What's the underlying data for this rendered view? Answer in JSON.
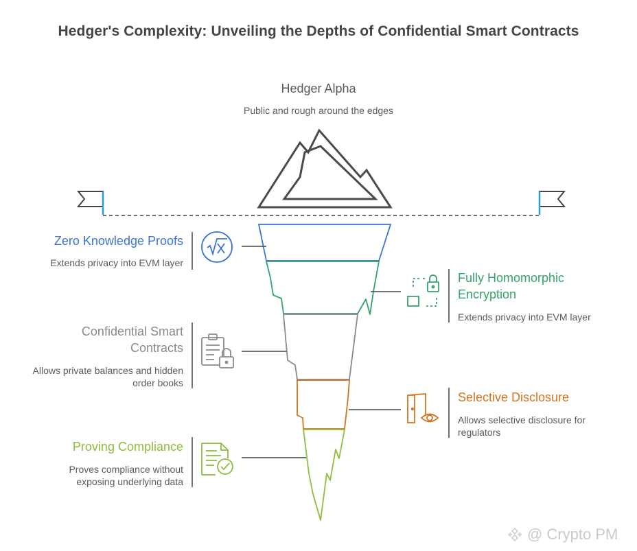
{
  "title": "Hedger's Complexity: Unveiling the Depths of Confidential Smart Contracts",
  "top": {
    "title": "Hedger Alpha",
    "description": "Public and rough around the edges"
  },
  "layers": [
    {
      "title": "Zero Knowledge Proofs",
      "description": "Extends privacy into EVM layer",
      "icon": "square-root-x-icon",
      "color": "#3b73d4"
    },
    {
      "title": "Fully Homomorphic Encryption",
      "title_lines": [
        "Fully Homomorphic",
        "Encryption"
      ],
      "description": "Extends privacy into EVM layer",
      "icon": "encryption-lock-icon",
      "color": "#34a36b"
    },
    {
      "title": "Confidential Smart Contracts",
      "title_lines": [
        "Confidential Smart",
        "Contracts"
      ],
      "description": "Allows private balances and hidden order books",
      "description_lines": [
        "Allows private balances and hidden",
        "order books"
      ],
      "icon": "contract-lock-icon",
      "color": "#8a8a8a"
    },
    {
      "title": "Selective Disclosure",
      "description": "Allows selective disclosure for regulators",
      "description_lines": [
        "Allows selective disclosure for",
        "regulators"
      ],
      "icon": "door-eye-icon",
      "color": "#d2741f"
    },
    {
      "title": "Proving Compliance",
      "description": "Proves compliance without exposing underlying data",
      "description_lines": [
        "Proves compliance without",
        "exposing underlying data"
      ],
      "icon": "document-check-icon",
      "color": "#8fbc3a"
    }
  ],
  "watermark": {
    "text": "@ Crypto PM",
    "icon": "binance-logo-icon"
  }
}
